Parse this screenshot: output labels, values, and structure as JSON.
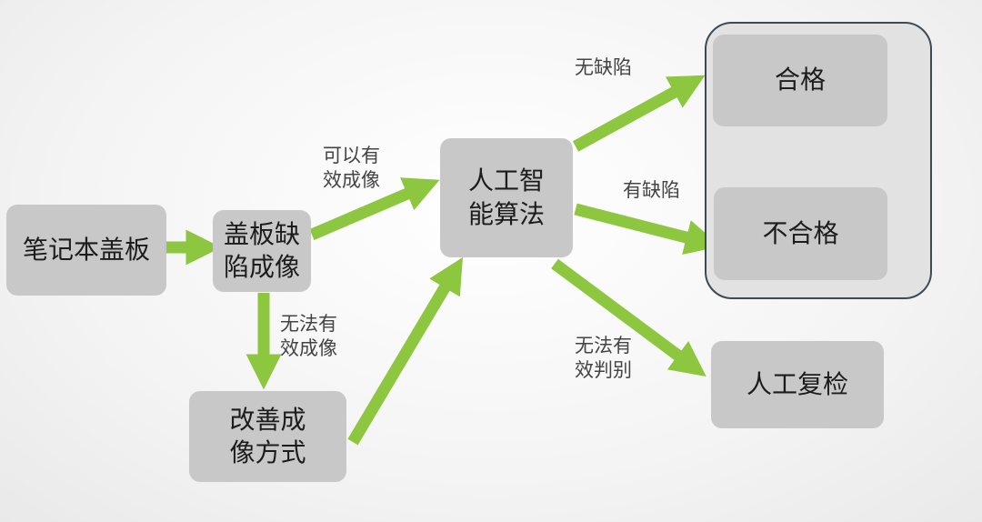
{
  "nodes": {
    "notebook_cover": "笔记本盖板",
    "defect_imaging": "盖板缺\n陷成像",
    "improve_imaging": "改善成\n像方式",
    "ai_algorithm": "人工智\n能算法",
    "pass": "合格",
    "fail": "不合格",
    "manual_recheck": "人工复检"
  },
  "edge_labels": {
    "can_image": "可以有\n效成像",
    "cannot_image": "无法有\n效成像",
    "no_defect": "无缺陷",
    "has_defect": "有缺陷",
    "cannot_judge": "无法有\n效判别"
  },
  "colors": {
    "arrow": "#8dc63f",
    "node_fill": "#c8c8c8",
    "group_border": "#3d4a55"
  }
}
